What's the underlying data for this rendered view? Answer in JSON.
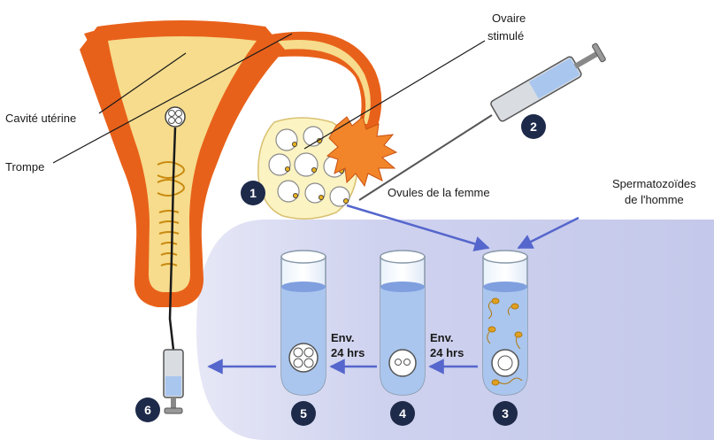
{
  "labels": {
    "cavite": "Cavité utérine",
    "trompe": "Trompe",
    "ovaire_line1": "Ovaire",
    "ovaire_line2": "stimulé",
    "ovules": "Ovules de la femme",
    "sperm_line1": "Spermatozoïdes",
    "sperm_line2": "de l'homme",
    "env_a_line1": "Env.",
    "env_a_line2": "24 hrs",
    "env_b_line1": "Env.",
    "env_b_line2": "24 hrs"
  },
  "steps": [
    "1",
    "2",
    "3",
    "4",
    "5",
    "6"
  ],
  "colors": {
    "uterus_outer": "#e8611a",
    "uterus_inner": "#f6dc8c",
    "panel": "#cdd0ee",
    "liquid": "#aac6ee",
    "arrow": "#5566cc",
    "badge": "#1e2a4a",
    "sperm": "#e0a020"
  }
}
